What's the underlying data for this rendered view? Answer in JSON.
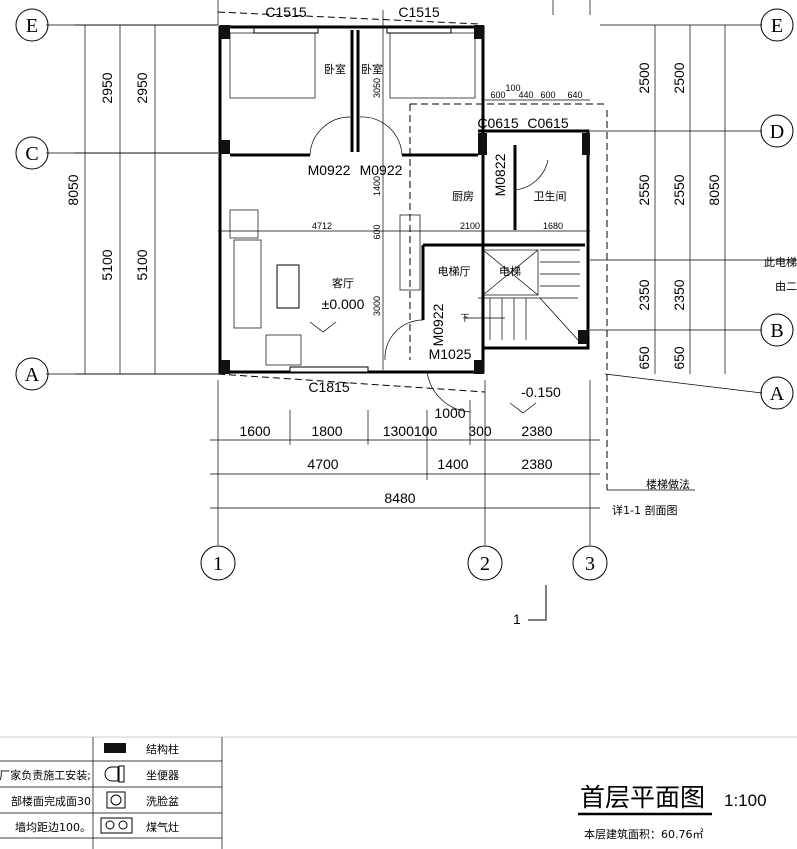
{
  "axes": {
    "rows_left": [
      "E",
      "C",
      "A"
    ],
    "rows_right": [
      "E",
      "D",
      "B",
      "A"
    ],
    "cols": [
      "1",
      "2",
      "3"
    ]
  },
  "dims_left": {
    "outer_total": "8050",
    "e_c_1": "2950",
    "e_c_2": "2950",
    "c_a_1": "5100",
    "c_a_2": "5100"
  },
  "dims_right": {
    "e_d_1": "2500",
    "e_d_2": "2500",
    "d_b_1": "2550",
    "d_b_2": "2550",
    "total": "8050",
    "b_a_1": "2350",
    "b_a_2": "2350",
    "a_1": "650",
    "a_2": "650"
  },
  "dims_bottom": {
    "row1": [
      "1600",
      "1800",
      "1300100",
      "300",
      "2380"
    ],
    "row2": [
      "4700",
      "1400",
      "2380"
    ],
    "row3": "8480",
    "door_width": "1000"
  },
  "dims_inner": {
    "top": [
      "600",
      "100",
      "440",
      "600",
      "640"
    ],
    "v1": "3050",
    "v2": "1400",
    "v3": "600",
    "v4": "3000",
    "h1": "4712",
    "h2": "2100",
    "h3": "1680"
  },
  "windows": {
    "w1": "C1515",
    "w2": "C1515",
    "w3": "C0615",
    "w4": "C0615",
    "w5": "C1815"
  },
  "doors": {
    "d1": "M0922",
    "d2": "M0922",
    "d3": "M0822",
    "d4": "M0922",
    "d5": "M1025"
  },
  "rooms": {
    "bedroom1": "卧室",
    "bedroom2": "卧室",
    "kitchen": "厨房",
    "bathroom": "卫生间",
    "living": "客厅",
    "elevator_hall": "电梯厅",
    "elevator": "电梯",
    "down": "下"
  },
  "levels": {
    "living": "±0.000",
    "outside": "-0.150"
  },
  "notes": {
    "elevator_note_1": "此电梯",
    "elevator_note_2": "由二",
    "stair_note": "楼梯做法",
    "stair_ref": "详1-1 剖面图",
    "section_mark": "1"
  },
  "legend": {
    "left_notes": [
      "厂家负责施工安装;",
      "部楼面完成面30",
      "墙均距边100。"
    ],
    "items": [
      "结构柱",
      "坐便器",
      "洗脸盆",
      "煤气灶"
    ]
  },
  "title_block": {
    "title": "首层平面图",
    "scale": "1:100",
    "area": "本层建筑面积：60.76㎡"
  }
}
